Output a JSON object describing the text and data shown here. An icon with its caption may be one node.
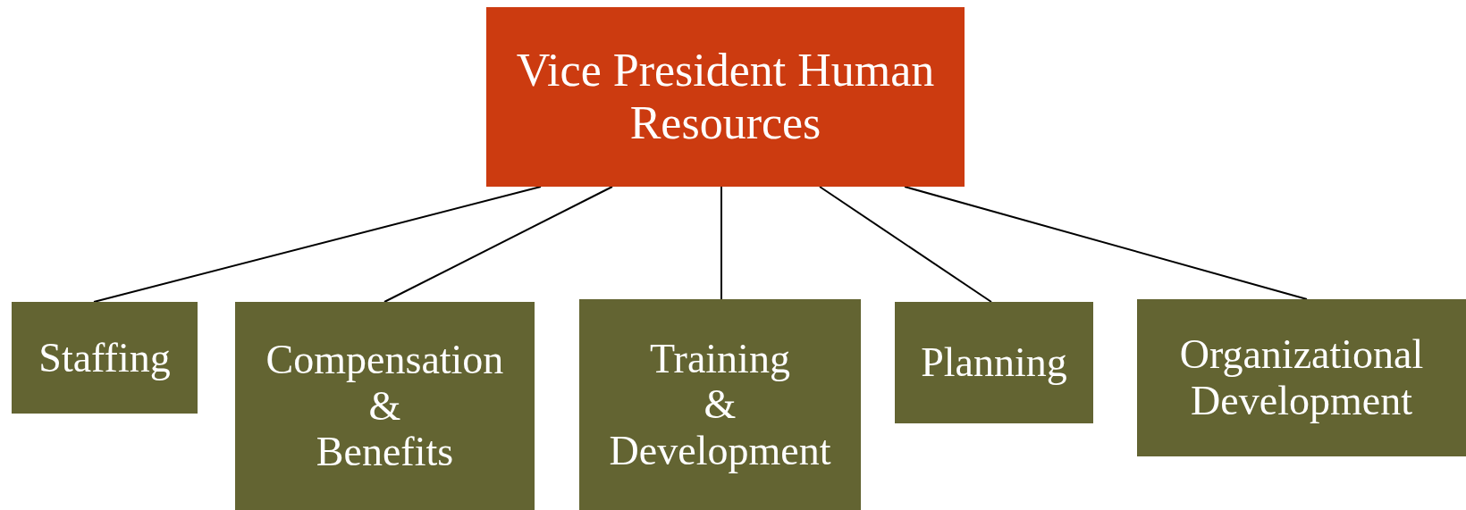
{
  "diagram": {
    "nodes": [
      {
        "text": [
          "Vice President Human Resources"
        ]
      },
      {
        "text": [
          "Staffing"
        ]
      },
      {
        "text": [
          "Compensation & Benefits"
        ]
      },
      {
        "text": [
          "Training & Development"
        ]
      },
      {
        "text": [
          "Planning"
        ]
      },
      {
        "text": [
          "Organizational Development"
        ]
      }
    ],
    "edges": [
      {
        "from": 0,
        "to": 1,
        "arrow": "none"
      },
      {
        "from": 0,
        "to": 2,
        "arrow": "none"
      },
      {
        "from": 0,
        "to": 3,
        "arrow": "none"
      },
      {
        "from": 0,
        "to": 4,
        "arrow": "none"
      },
      {
        "from": 0,
        "to": 5,
        "arrow": "none"
      }
    ]
  }
}
